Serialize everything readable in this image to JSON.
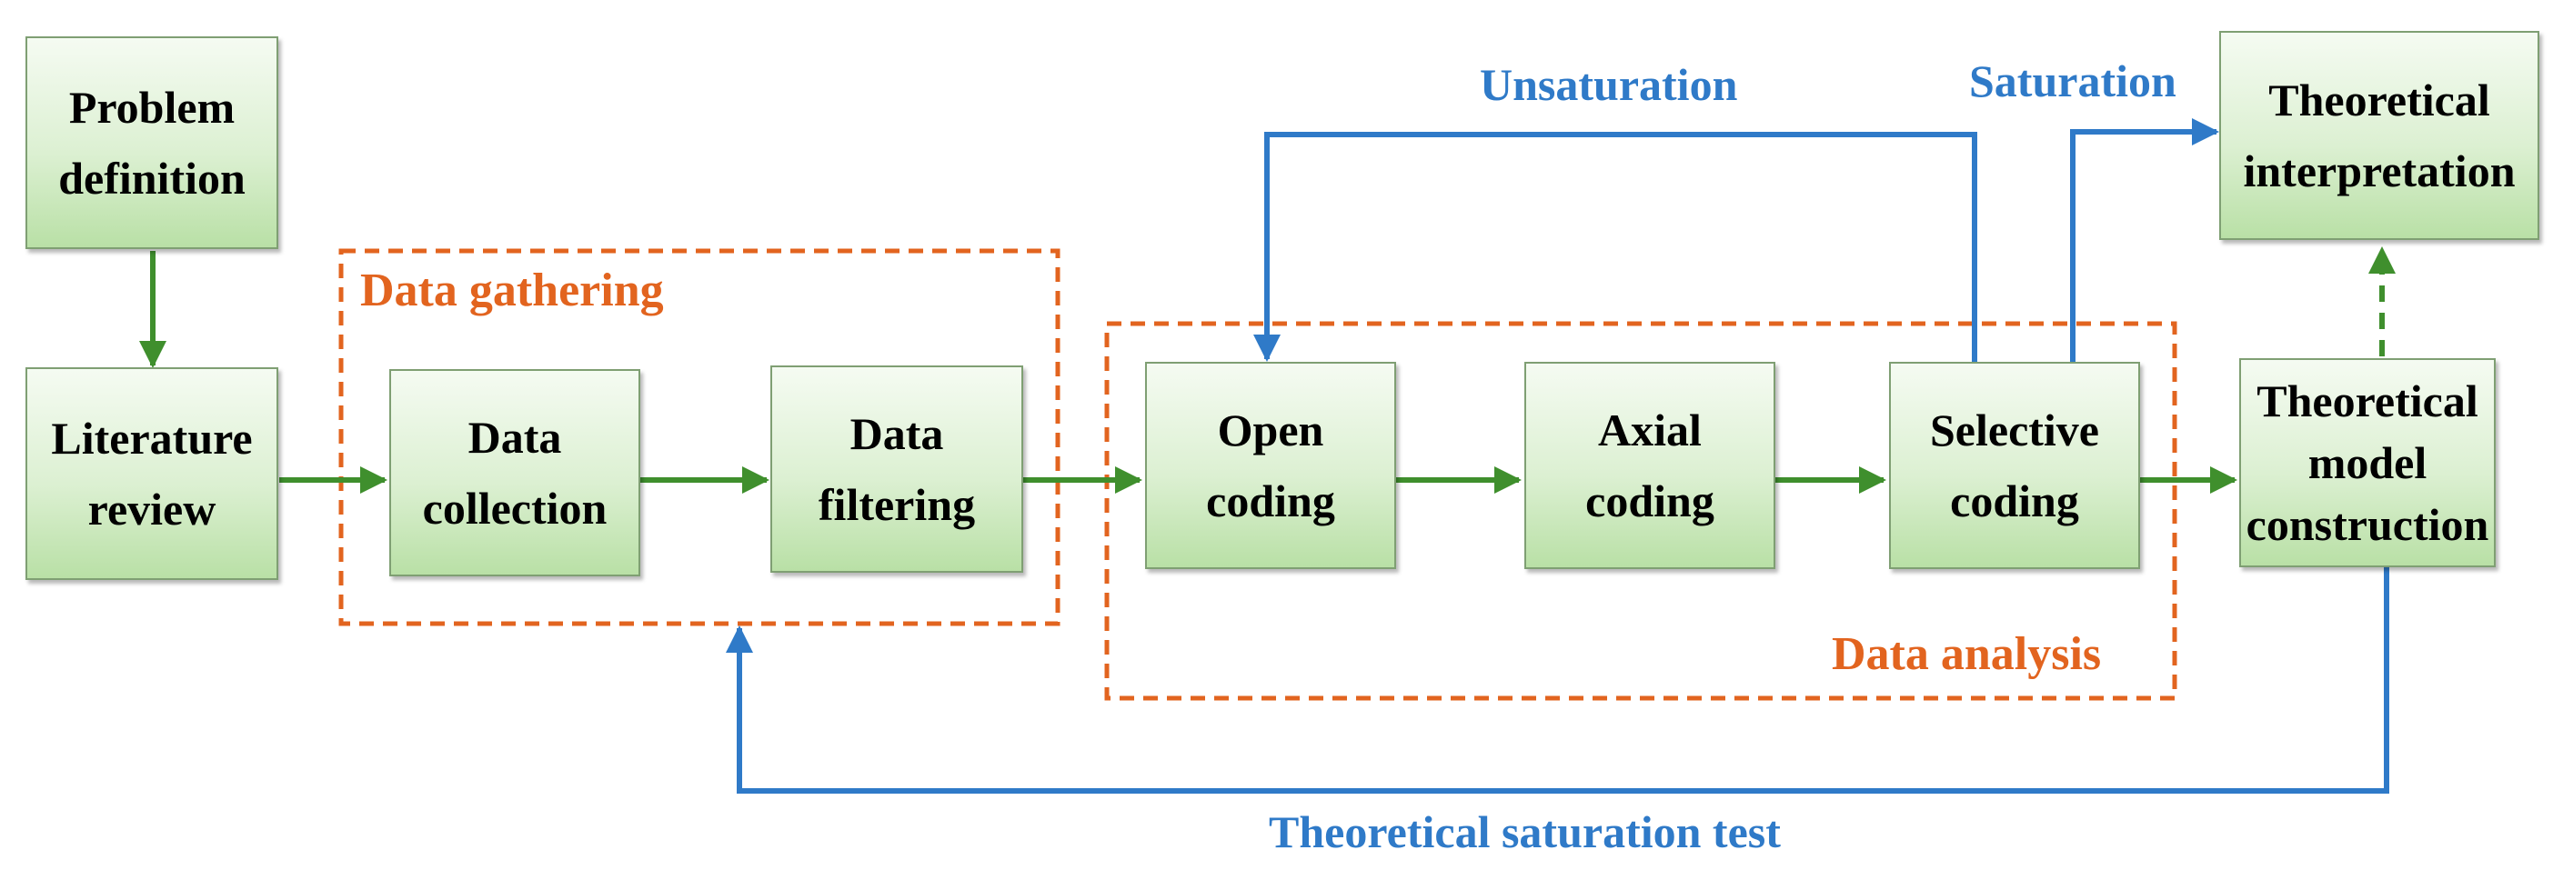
{
  "boxes": {
    "problem_definition": "Problem\ndefinition",
    "literature_review": "Literature\nreview",
    "data_collection": "Data\ncollection",
    "data_filtering": "Data\nfiltering",
    "open_coding": "Open\ncoding",
    "axial_coding": "Axial\ncoding",
    "selective_coding": "Selective\ncoding",
    "theoretical_model_construction": "Theoretical\nmodel\nconstruction",
    "theoretical_interpretation": "Theoretical\ninterpretation"
  },
  "groups": {
    "data_gathering": "Data gathering",
    "data_analysis": "Data analysis"
  },
  "feedback": {
    "unsaturation": "Unsaturation",
    "saturation": "Saturation",
    "theoretical_saturation_test": "Theoretical saturation test"
  },
  "colors": {
    "flow_arrow": "#3f8f2d",
    "feedback_arrow": "#2f7ac8",
    "group_border": "#e2641f",
    "box_border": "#7f9f73"
  }
}
